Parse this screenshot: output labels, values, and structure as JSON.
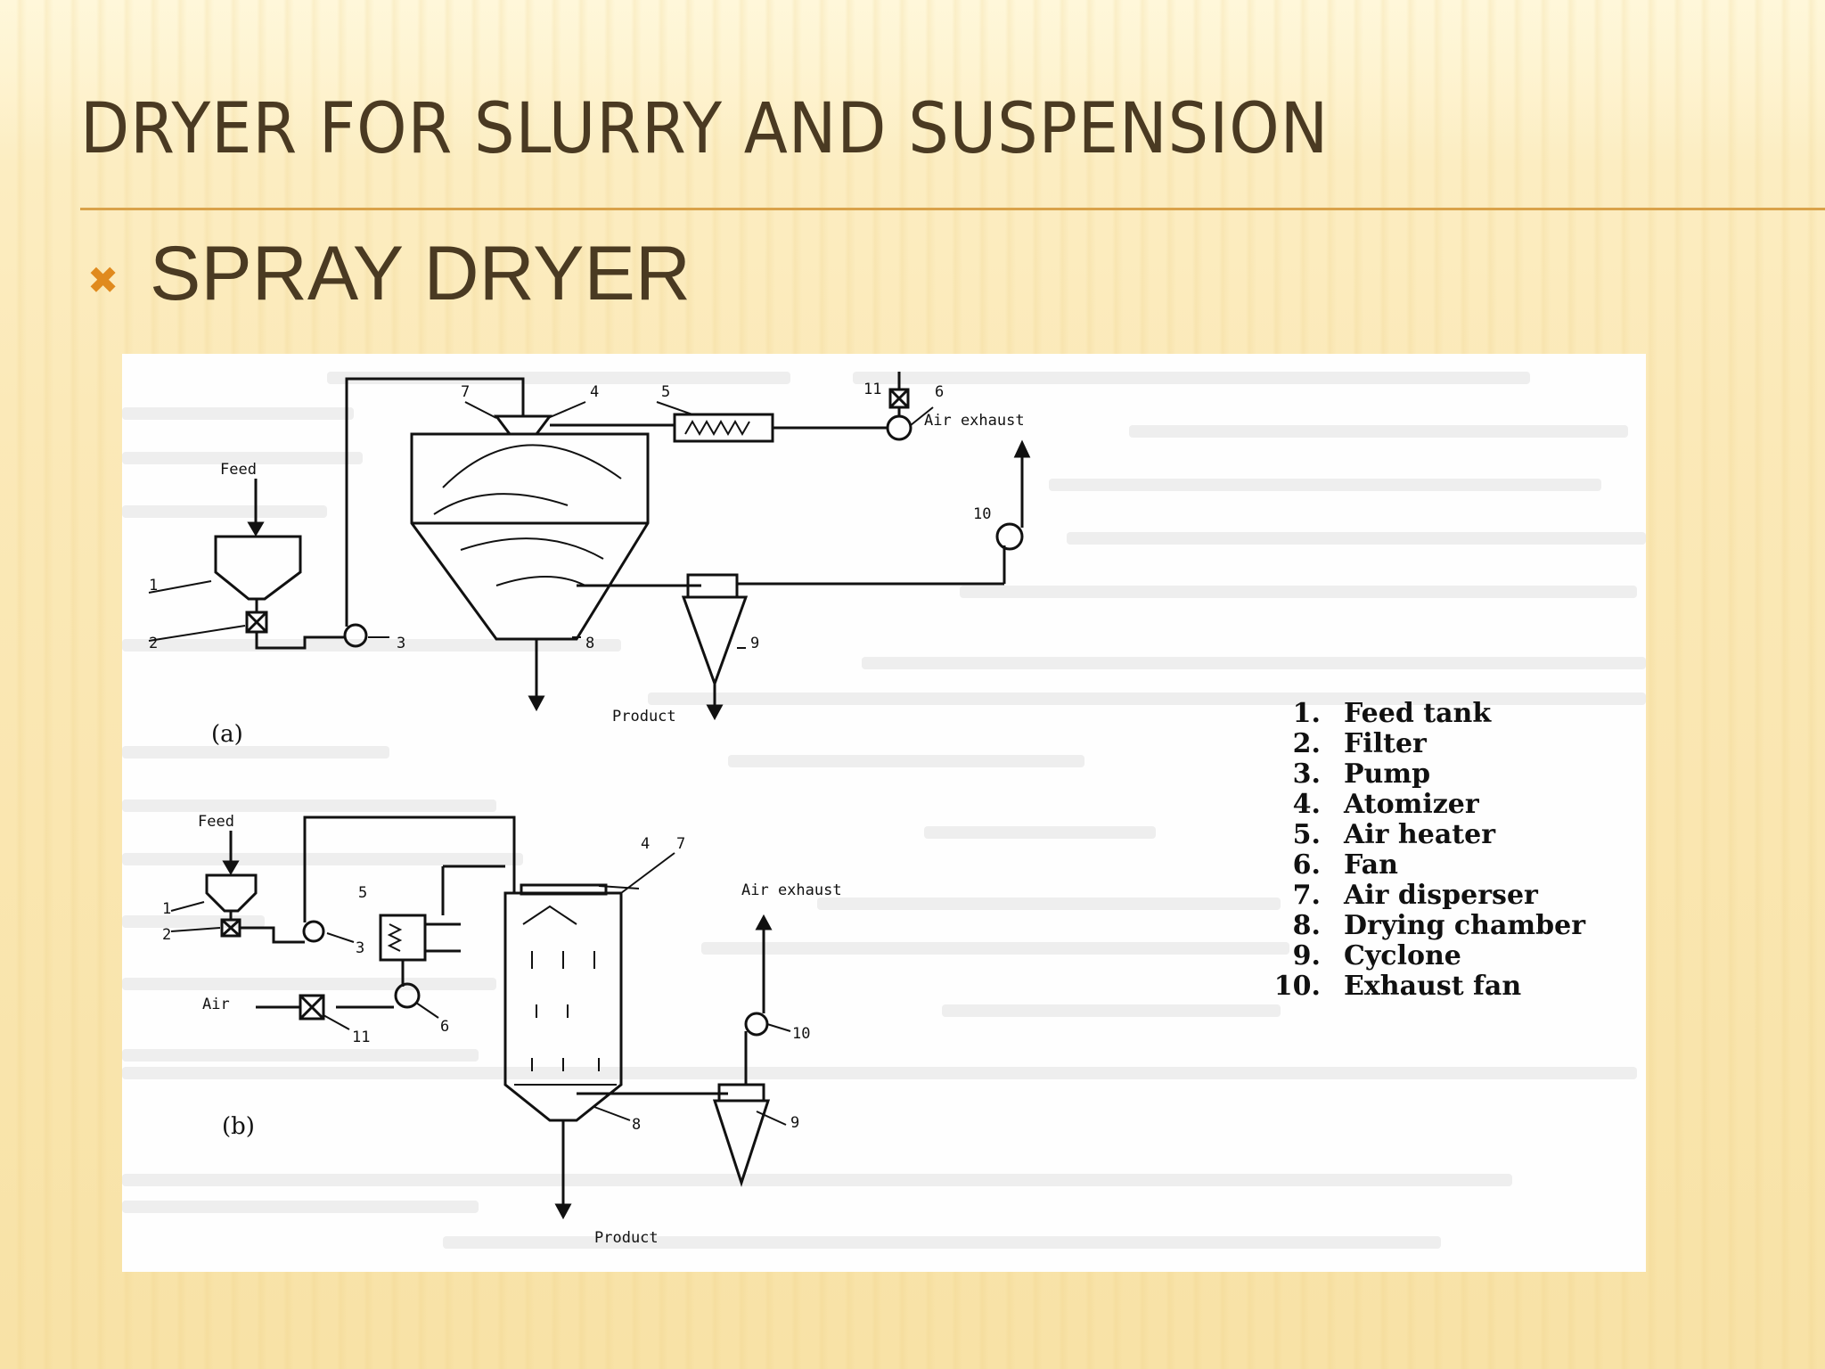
{
  "slide": {
    "title": "DRYER FOR SLURRY AND SUSPENSION",
    "bullet_icon": "x-bullet-icon",
    "bullet_text": "SPRAY DRYER",
    "colors": {
      "title": "#4a3a22",
      "accent": "#e08a1e",
      "rule": "#d9a24a",
      "background": "#fbe9b8"
    }
  },
  "diagram": {
    "a": {
      "caption": "(a)",
      "feed_label": "Feed",
      "product_label": "Product",
      "air_exhaust_label": "Air exhaust",
      "numbers": [
        "1",
        "2",
        "3",
        "4",
        "5",
        "6",
        "7",
        "8",
        "9",
        "10",
        "11"
      ]
    },
    "b": {
      "caption": "(b)",
      "feed_label": "Feed",
      "air_label": "Air",
      "product_label": "Product",
      "air_exhaust_label": "Air exhaust",
      "numbers": [
        "1",
        "2",
        "3",
        "4",
        "5",
        "6",
        "7",
        "8",
        "9",
        "10",
        "11"
      ]
    },
    "legend": [
      {
        "num": "1.",
        "label": "Feed tank"
      },
      {
        "num": "2.",
        "label": "Filter"
      },
      {
        "num": "3.",
        "label": "Pump"
      },
      {
        "num": "4.",
        "label": "Atomizer"
      },
      {
        "num": "5.",
        "label": "Air heater"
      },
      {
        "num": "6.",
        "label": "Fan"
      },
      {
        "num": "7.",
        "label": "Air disperser"
      },
      {
        "num": "8.",
        "label": "Drying chamber"
      },
      {
        "num": "9.",
        "label": "Cyclone"
      },
      {
        "num": "10.",
        "label": "Exhaust fan"
      }
    ]
  }
}
